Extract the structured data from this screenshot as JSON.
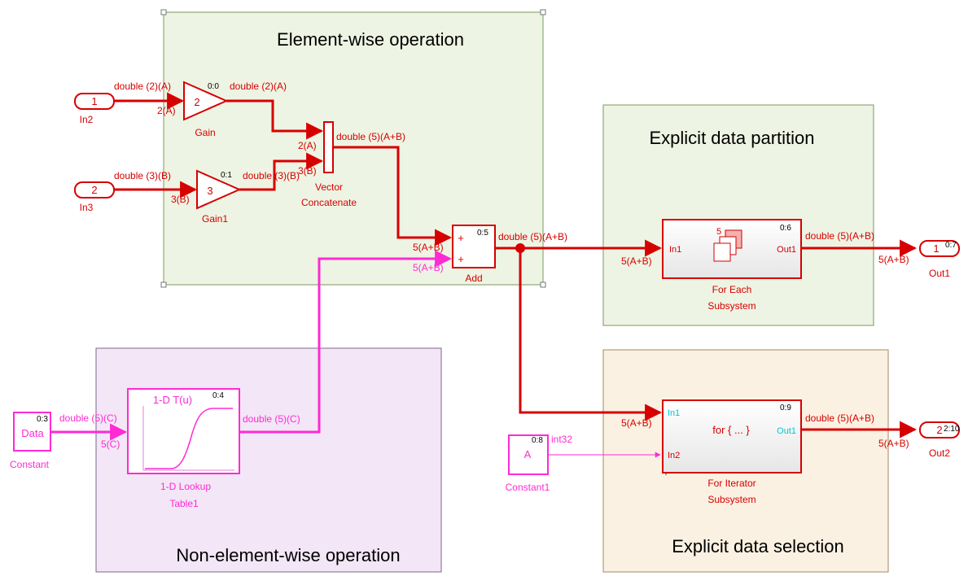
{
  "colors": {
    "signal_main": "#d60000",
    "signal_lookup": "#ff2ad4",
    "area_elementwise": "#eef4e3",
    "area_nonelementwise": "#f3e6f6",
    "area_partition": "#eef4e3",
    "area_selection": "#fbf1e2"
  },
  "areas": {
    "elementwise": "Element-wise operation",
    "nonelementwise": "Non-element-wise operation",
    "partition": "Explicit data partition",
    "selection": "Explicit data selection"
  },
  "blocks": {
    "in2": {
      "value": "1",
      "name": "In2"
    },
    "in3": {
      "value": "2",
      "name": "In3"
    },
    "gain": {
      "value": "2",
      "name": "Gain",
      "sample_time": "0:0"
    },
    "gain1": {
      "value": "3",
      "name": "Gain1",
      "sample_time": "0:1"
    },
    "vector_concat": {
      "name_line1": "Vector",
      "name_line2": "Concatenate"
    },
    "add": {
      "name": "Add",
      "sample_time": "0:5",
      "sign1": "+",
      "sign2": "+"
    },
    "for_each": {
      "name_line1": "For Each",
      "name_line2": "Subsystem",
      "sample_time": "0:6",
      "in_port": "In1",
      "out_port": "Out1",
      "icon_label": "5"
    },
    "for_iterator": {
      "name_line1": "For Iterator",
      "name_line2": "Subsystem",
      "sample_time": "0:9",
      "in_port1": "In1",
      "in_port2": "In2",
      "out_port": "Out1",
      "body_text": "for { ... }"
    },
    "out1": {
      "value": "1",
      "name": "Out1",
      "sample_time": "0:7"
    },
    "out2": {
      "value": "2",
      "name": "Out2",
      "sample_time": "2:10"
    },
    "constant": {
      "value": "Data",
      "name": "Constant",
      "sample_time": "0:3"
    },
    "constant1": {
      "value": "A",
      "name": "Constant1",
      "sample_time": "0:8"
    },
    "lookup": {
      "title": "1-D T(u)",
      "name_line1": "1-D Lookup",
      "name_line2": "Table1",
      "sample_time": "0:4"
    }
  },
  "signals": {
    "in2_out": "double (2)(A)",
    "gain_in": "2(A)",
    "gain_out": "double (2)(A)",
    "in3_out": "double (3)(B)",
    "gain1_in": "3(B)",
    "gain1_out": "double (3)(B)",
    "concat_in1": "2(A)",
    "concat_in2": "3(B)",
    "concat_out": "double (5)(A+B)",
    "add_in1": "5(A+B)",
    "add_in2": "5(A+B)",
    "add_out": "double (5)(A+B)",
    "foreach_in": "5(A+B)",
    "foreach_out": "double (5)(A+B)",
    "out1_in": "5(A+B)",
    "foriter_in1": "5(A+B)",
    "foriter_out": "double (5)(A+B)",
    "out2_in": "5(A+B)",
    "constant1_out": "int32",
    "constant_out": "double (5)(C)",
    "lookup_in": "5(C)",
    "lookup_out": "double (5)(C)"
  }
}
